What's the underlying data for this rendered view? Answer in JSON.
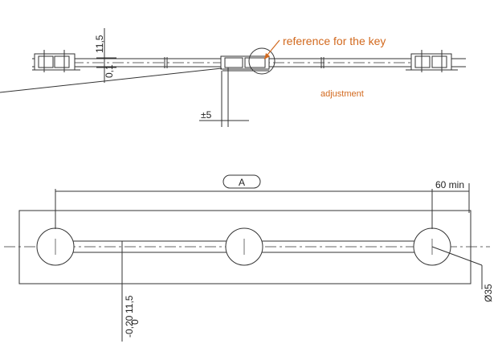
{
  "annotations": {
    "reference_key": "reference for the key",
    "adjustment": "adjustment"
  },
  "dimensions": {
    "top_height": "11,5",
    "top_gap": "0,1",
    "top_tolerance": "±5",
    "span_label": "A",
    "end_min": "60 min",
    "bottom_height": "11,5",
    "bottom_tol_upper": "0",
    "bottom_tol_lower": "-0,20",
    "hole_diameter": "Ø35"
  },
  "colors": {
    "line": "#333333",
    "annotation": "#d2691e"
  }
}
